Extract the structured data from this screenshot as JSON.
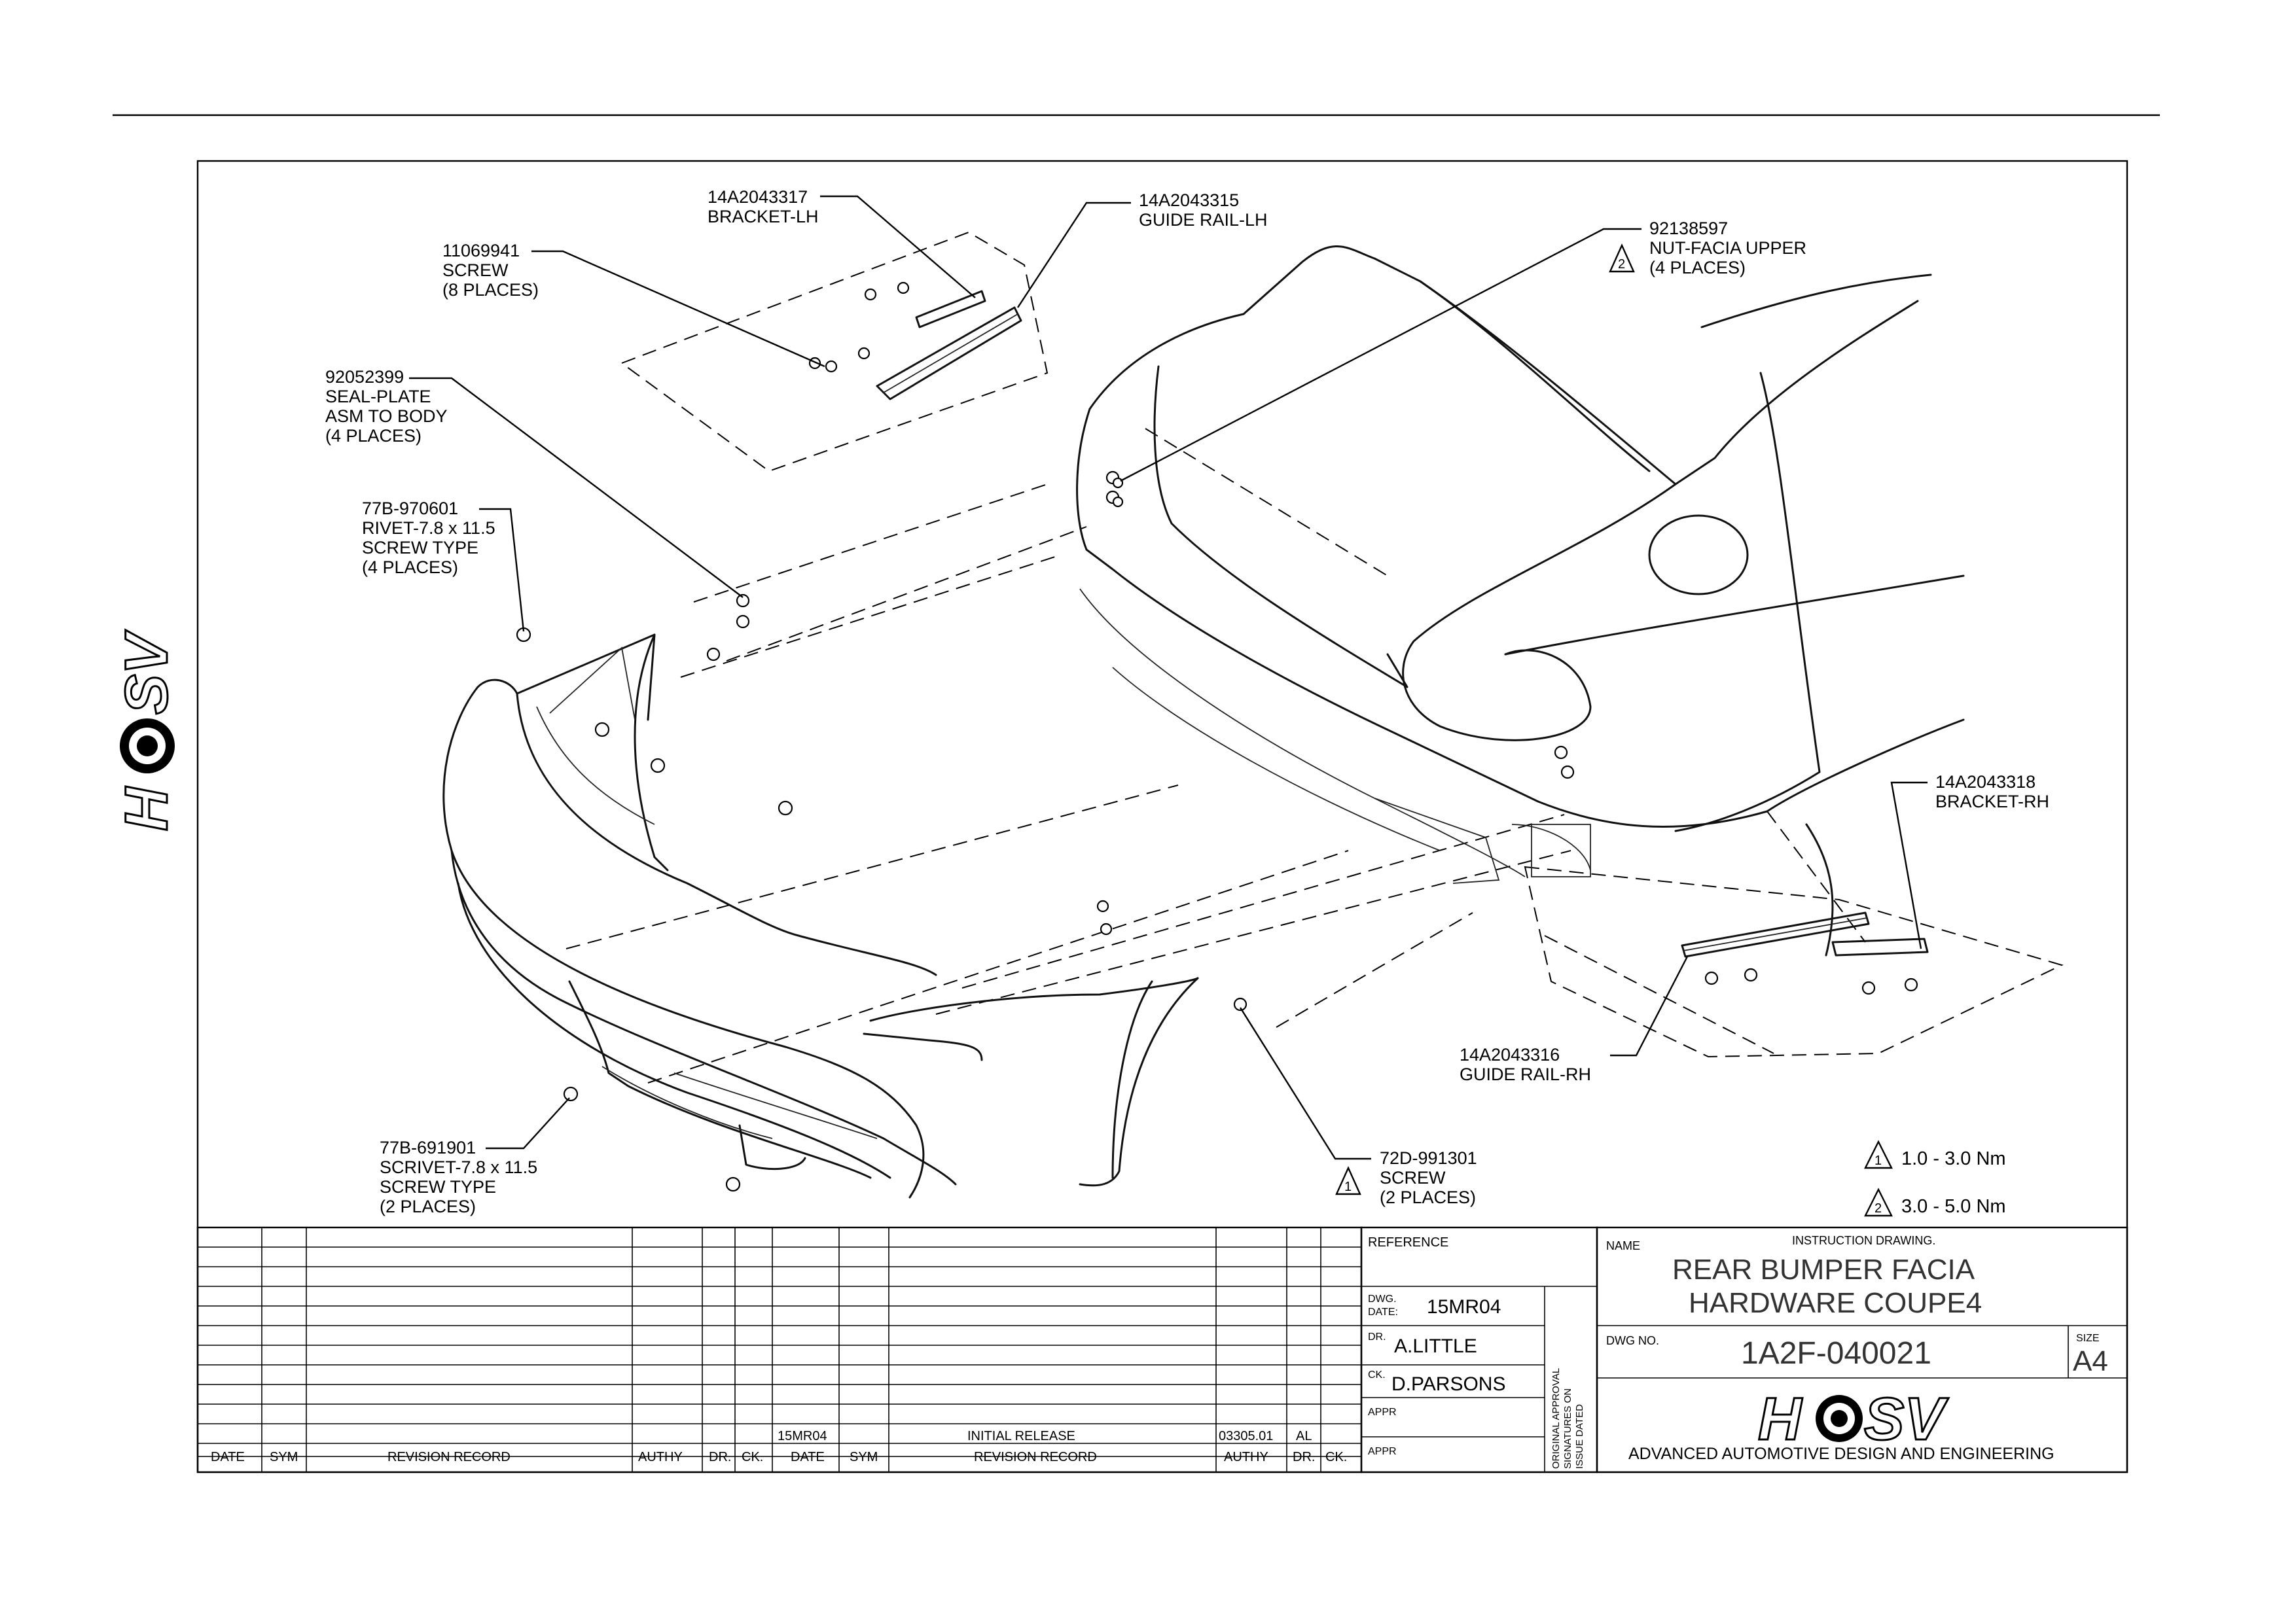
{
  "callouts": {
    "c1": {
      "number": "14A2043317",
      "desc": "BRACKET-LH"
    },
    "c2": {
      "number": "14A2043315",
      "desc": "GUIDE RAIL-LH"
    },
    "c3": {
      "number": "11069941",
      "desc": "SCREW",
      "qty": "(8 PLACES)"
    },
    "c4": {
      "number": "92138597",
      "desc": "NUT-FACIA UPPER",
      "qty": "(4 PLACES)",
      "torque_ref": "2"
    },
    "c5": {
      "number": "92052399",
      "desc": "SEAL-PLATE",
      "desc2": "ASM TO BODY",
      "qty": "(4 PLACES)"
    },
    "c6": {
      "number": "77B-970601",
      "desc": "RIVET-7.8 x 11.5",
      "desc2": "SCREW TYPE",
      "qty": "(4 PLACES)"
    },
    "c7": {
      "number": "14A2043318",
      "desc": "BRACKET-RH"
    },
    "c8": {
      "number": "14A2043316",
      "desc": "GUIDE RAIL-RH"
    },
    "c9": {
      "number": "77B-691901",
      "desc": "SCRIVET-7.8 x 11.5",
      "desc2": "SCREW TYPE",
      "qty": "(2 PLACES)"
    },
    "c10": {
      "number": "72D-991301",
      "desc": "SCREW",
      "qty": "(2 PLACES)",
      "torque_ref": "1"
    }
  },
  "torque_notes": [
    {
      "ref": "1",
      "value": "1.0 - 3.0 Nm"
    },
    {
      "ref": "2",
      "value": "3.0 - 5.0 Nm"
    }
  ],
  "revision_headers": {
    "date": "DATE",
    "sym": "SYM",
    "record": "REVISION RECORD",
    "authy": "AUTHY",
    "dr": "DR.",
    "ck": "CK."
  },
  "revision_entry": {
    "date": "15MR04",
    "record": "INITIAL RELEASE",
    "authy": "03305.01",
    "dr": "AL"
  },
  "title_block": {
    "reference_label": "REFERENCE",
    "dwg_date_label1": "DWG.",
    "dwg_date_label2": "DATE:",
    "dwg_date": "15MR04",
    "dr_label": "DR.",
    "dr_name": "A.LITTLE",
    "ck_label": "CK.",
    "ck_name": "D.PARSONS",
    "appr_label": "APPR",
    "approval_note1": "ORIGINAL APPROVAL",
    "approval_note2": "SIGNATURES ON",
    "approval_note3": "ISSUE DATED",
    "name_label": "NAME",
    "drawing_type": "INSTRUCTION DRAWING.",
    "title_line1": "REAR BUMPER FACIA",
    "title_line2": "HARDWARE COUPE4",
    "dwg_no_label": "DWG NO.",
    "dwg_no": "1A2F-040021",
    "size_label": "SIZE",
    "size": "A4",
    "company": "ADVANCED AUTOMOTIVE DESIGN AND ENGINEERING"
  },
  "logo_text": "HSV",
  "colors": {
    "ink": "#000000",
    "title_grey": "#333333",
    "paper": "#ffffff"
  }
}
